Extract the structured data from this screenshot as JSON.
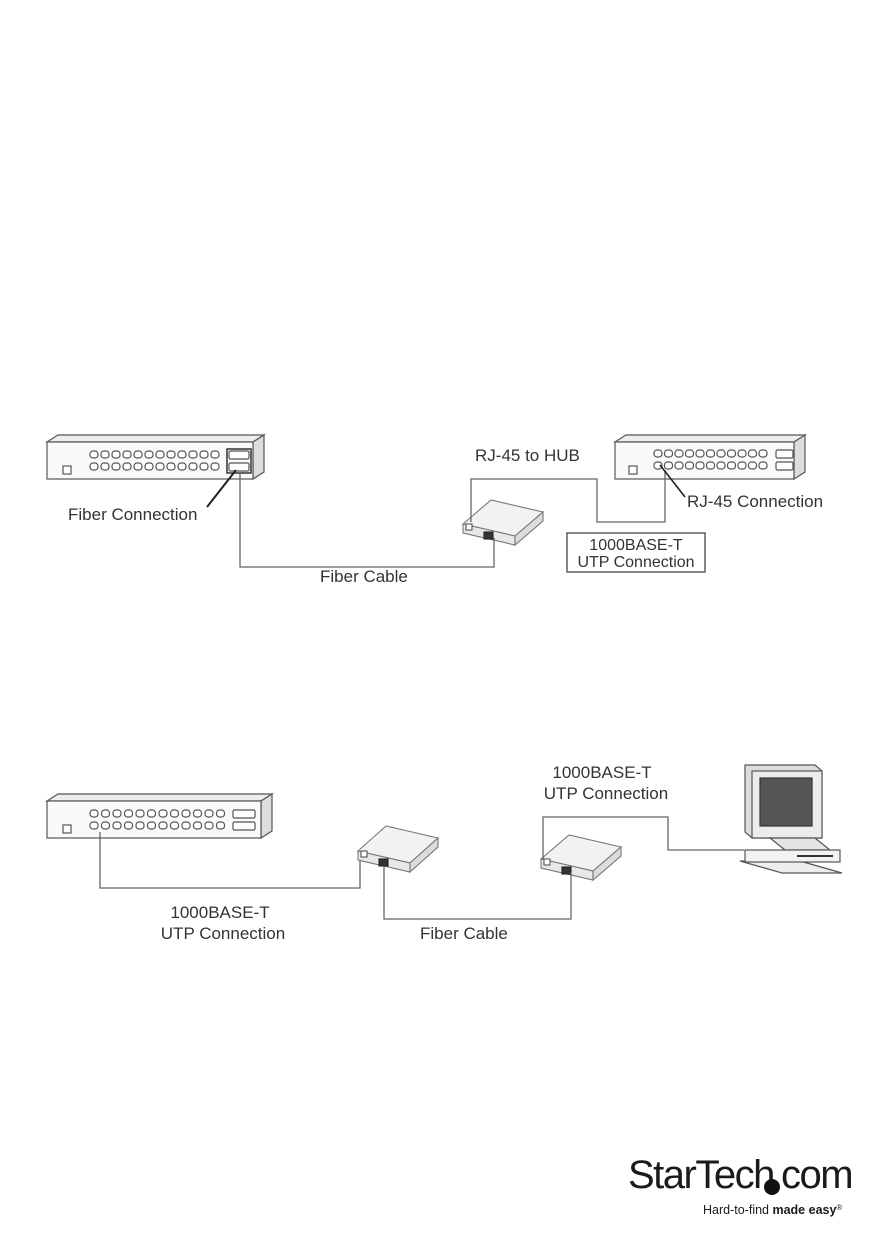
{
  "diagram1": {
    "labels": {
      "fiber_connection": "Fiber Connection",
      "rj45_to_hub": "RJ-45 to HUB",
      "rj45_connection": "RJ-45 Connection",
      "fiber_cable": "Fiber Cable",
      "utp_line1": "1000BASE-T",
      "utp_line2": "UTP Connection"
    }
  },
  "diagram2": {
    "labels": {
      "utp_top_line1": "1000BASE-T",
      "utp_top_line2": "UTP Connection",
      "utp_bottom_line1": "1000BASE-T",
      "utp_bottom_line2": "UTP Connection",
      "fiber_cable": "Fiber Cable"
    }
  },
  "logo": {
    "brand": "StarTech",
    "brand_suffix": "com",
    "tagline_regular": "Hard-to-find ",
    "tagline_bold": "made easy",
    "registered": "®"
  }
}
